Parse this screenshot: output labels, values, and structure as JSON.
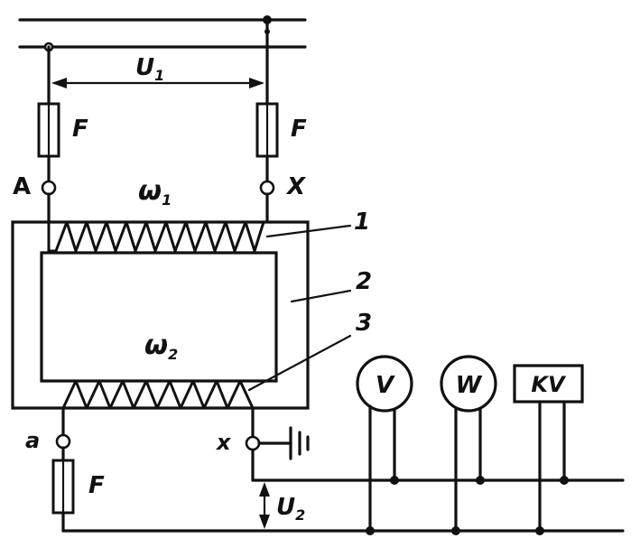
{
  "labels": {
    "fuse": "F",
    "primary_voltage": "U",
    "primary_voltage_sub": "1",
    "secondary_voltage": "U",
    "secondary_voltage_sub": "2",
    "terminal_A": "A",
    "terminal_X": "X",
    "terminal_a": "a",
    "terminal_x": "x",
    "winding_primary": "ω",
    "winding_primary_sub": "1",
    "winding_secondary": "ω",
    "winding_secondary_sub": "2",
    "callout_1": "1",
    "callout_2": "2",
    "callout_3": "3"
  },
  "meters": {
    "voltmeter": "V",
    "wattmeter": "W",
    "kilovoltmeter": "KV"
  }
}
